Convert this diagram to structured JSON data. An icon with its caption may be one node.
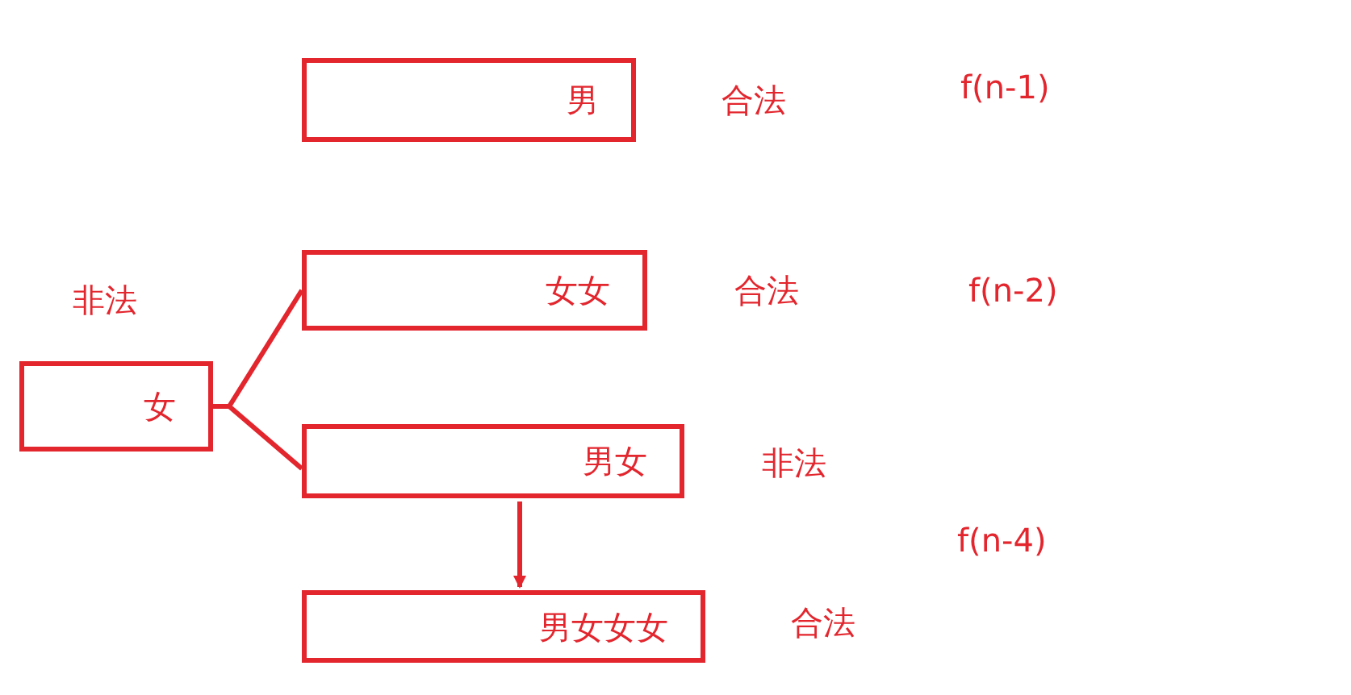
{
  "diagram": {
    "nodes": [
      {
        "text": [
          "男"
        ]
      },
      {
        "text": [
          "女女"
        ]
      },
      {
        "text": [
          "男女"
        ]
      },
      {
        "text": [
          "男女女女"
        ]
      },
      {
        "text": [
          "女"
        ]
      }
    ],
    "edges": [
      {
        "from": 4,
        "to": 1,
        "arrow": "none"
      },
      {
        "from": 4,
        "to": 2,
        "arrow": "none"
      },
      {
        "from": 2,
        "to": 3,
        "arrow": "to"
      }
    ],
    "labels": [
      "合法",
      "f(n-1)",
      "非法",
      "合法",
      "f(n-2)",
      "非法",
      "f(n-4)",
      "合法"
    ]
  }
}
